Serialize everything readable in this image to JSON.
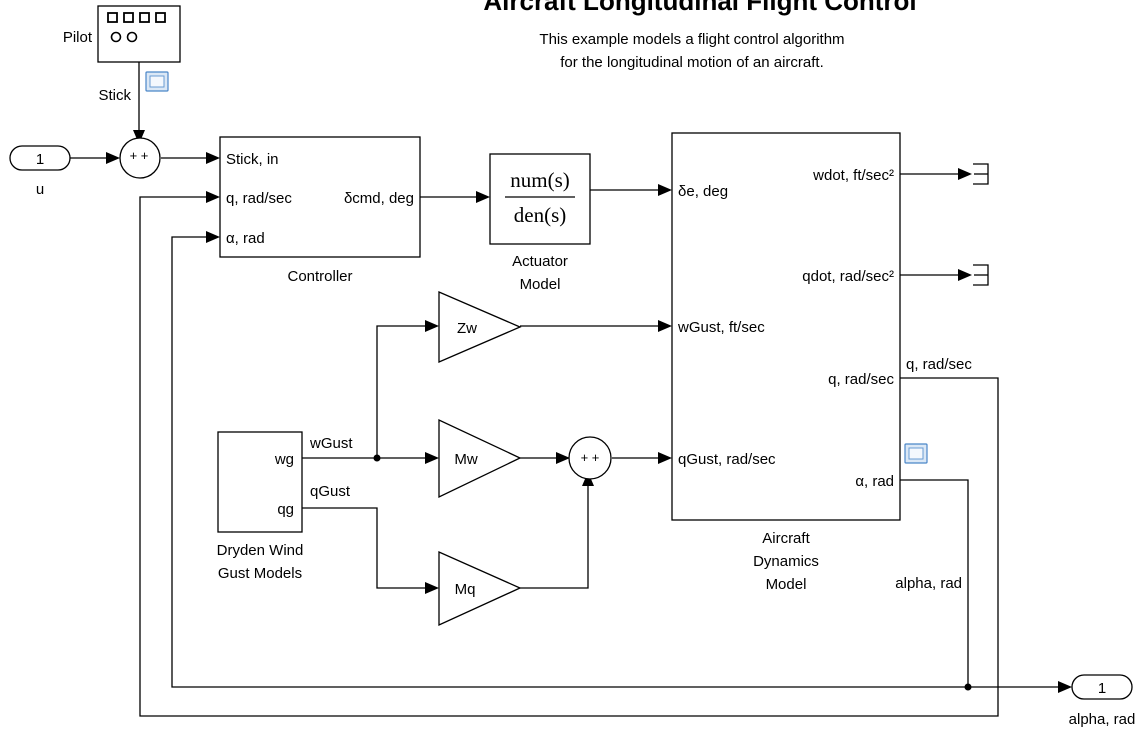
{
  "title": "Aircraft Longitudinal Flight Control",
  "subtitle_line1": "This example models a flight control algorithm",
  "subtitle_line2": "for the longitudinal motion of an aircraft.",
  "pilot": {
    "name": "Pilot",
    "signal": "Stick"
  },
  "inport": {
    "number": "1",
    "name": "u"
  },
  "sum_signs": {
    "stick_sum": "+ +",
    "gust_sum": "+ +"
  },
  "controller": {
    "name": "Controller",
    "port_stick": "Stick, in",
    "port_q": "q, rad/sec",
    "port_alpha": "α, rad",
    "port_out": "δcmd, deg"
  },
  "actuator": {
    "name_line1": "Actuator",
    "name_line2": "Model",
    "numerator": "num(s)",
    "denominator": "den(s)"
  },
  "aircraft": {
    "name_line1": "Aircraft",
    "name_line2": "Dynamics",
    "name_line3": "Model",
    "in_delta": "δe, deg",
    "in_wgust": "wGust, ft/sec",
    "in_qgust": "qGust, rad/sec",
    "out_wdot": "wdot, ft/sec²",
    "out_qdot": "qdot, rad/sec²",
    "out_q": "q, rad/sec",
    "out_alpha": "α, rad"
  },
  "gains": {
    "zw": "Zw",
    "mw": "Mw",
    "mq": "Mq"
  },
  "dryden": {
    "name_line1": "Dryden Wind",
    "name_line2": "Gust Models",
    "port_wg": "wg",
    "port_qg": "qg"
  },
  "signals": {
    "wgust": "wGust",
    "qgust": "qGust",
    "q": "q, rad/sec",
    "alpha": "alpha, rad"
  },
  "outport": {
    "number": "1",
    "name": "alpha, rad"
  }
}
